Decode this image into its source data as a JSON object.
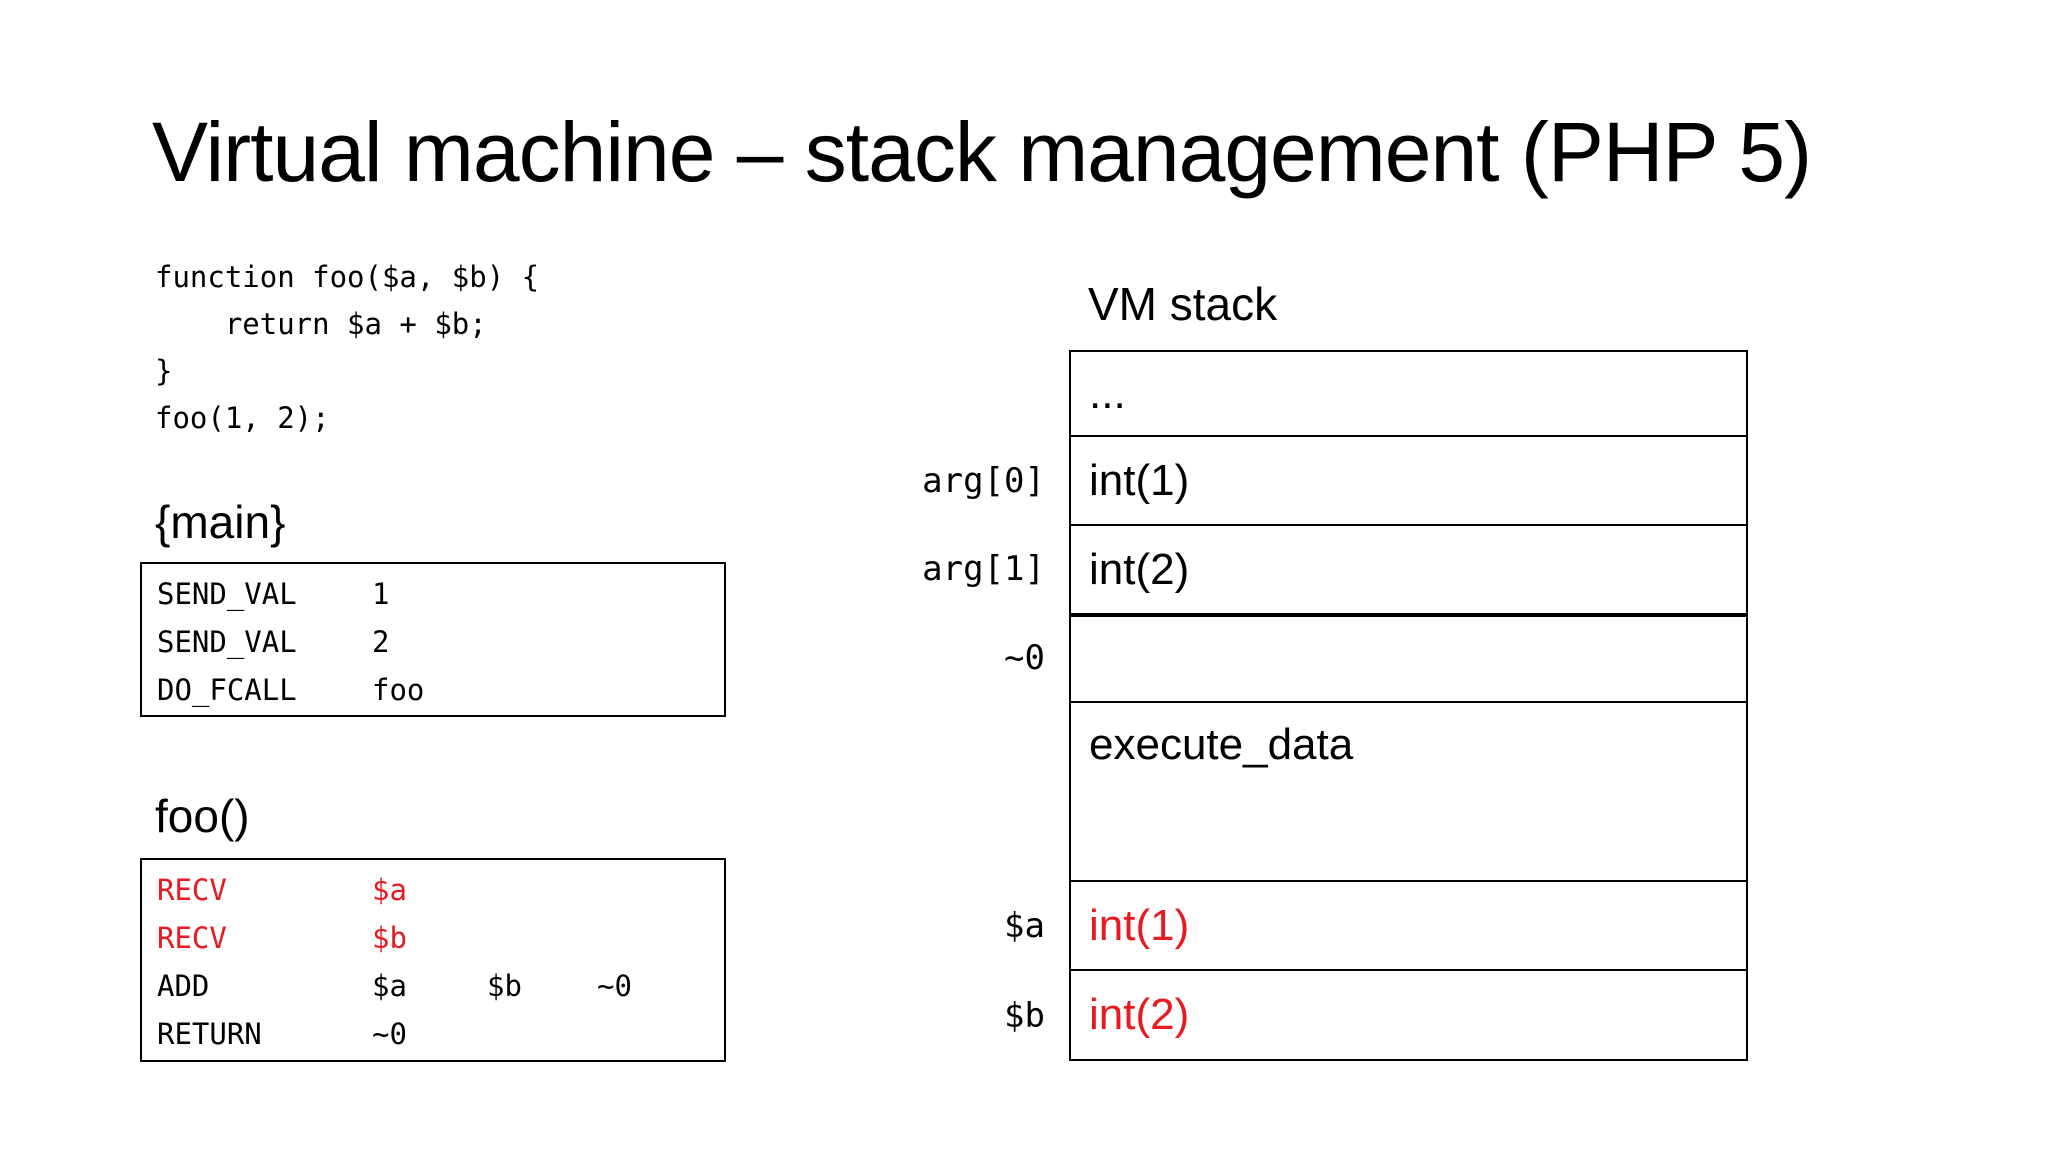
{
  "slide": {
    "title": "Virtual machine – stack management (PHP 5)"
  },
  "code_block": {
    "lines": [
      "function foo($a, $b) {",
      "    return $a + $b;",
      "}",
      "foo(1, 2);"
    ]
  },
  "main_block": {
    "heading": "{main}",
    "ops": [
      {
        "op": "SEND_VAL",
        "arg1": "1"
      },
      {
        "op": "SEND_VAL",
        "arg1": "2"
      },
      {
        "op": "DO_FCALL",
        "arg1": "foo"
      }
    ]
  },
  "foo_block": {
    "heading": "foo()",
    "ops": [
      {
        "op": "RECV",
        "arg1": "$a",
        "highlight": "red"
      },
      {
        "op": "RECV",
        "arg1": "$b",
        "highlight": "red"
      },
      {
        "op": "ADD",
        "arg1": "$a",
        "arg2": "$b",
        "arg3": "~0"
      },
      {
        "op": "RETURN",
        "arg1": "~0"
      }
    ]
  },
  "vm_stack": {
    "heading": "VM stack",
    "rows": [
      {
        "label": "",
        "value": "...",
        "highlight": "none"
      },
      {
        "label": "arg[0]",
        "value": "int(1)",
        "highlight": "none"
      },
      {
        "label": "arg[1]",
        "value": "int(2)",
        "highlight": "none"
      },
      {
        "label": "~0",
        "value": "",
        "highlight": "none",
        "thick_top_divider": true
      },
      {
        "label": "",
        "value": "execute_data",
        "highlight": "none",
        "double_height": true
      },
      {
        "label": "$a",
        "value": "int(1)",
        "highlight": "red"
      },
      {
        "label": "$b",
        "value": "int(2)",
        "highlight": "red"
      }
    ]
  },
  "colors": {
    "accent_red": "#e8191f",
    "text": "#000000",
    "background": "#ffffff"
  }
}
